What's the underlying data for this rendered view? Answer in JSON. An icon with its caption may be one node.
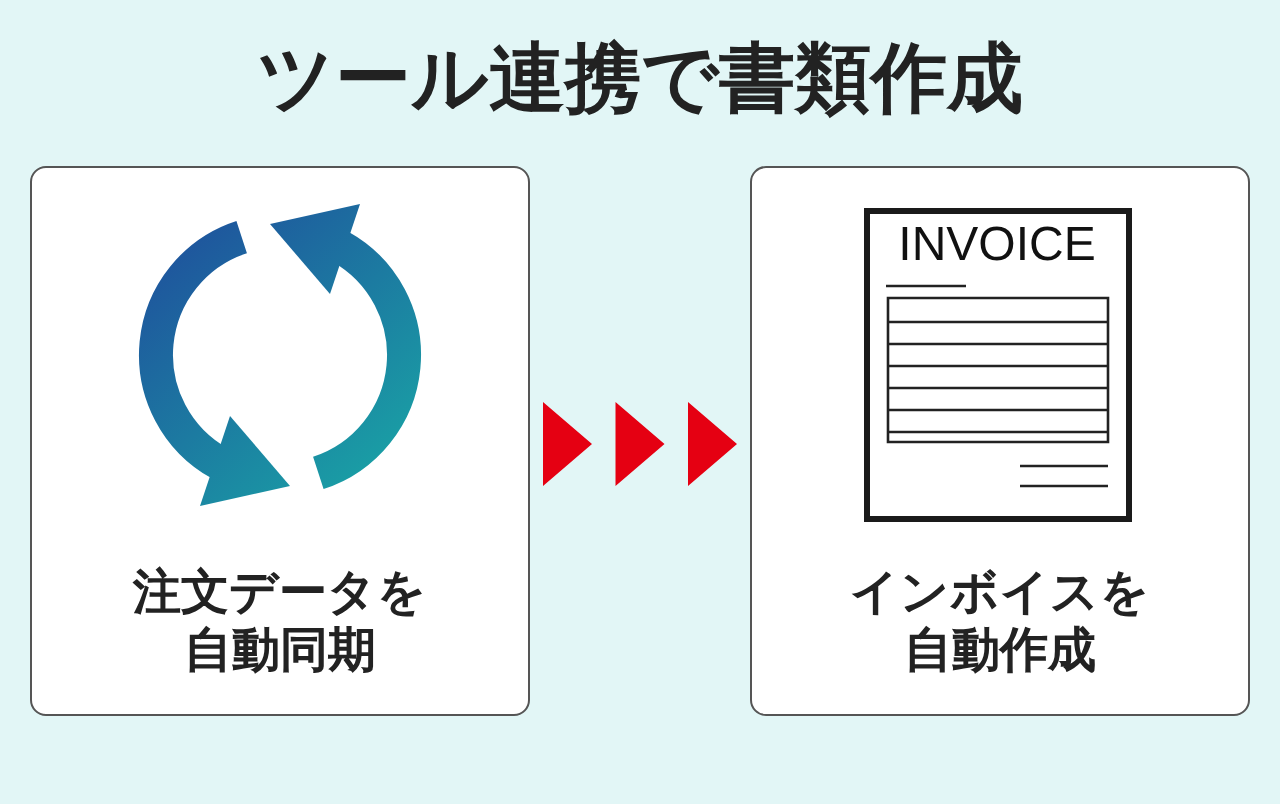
{
  "diagram": {
    "title": "ツール連携で書類作成",
    "nodes": [
      {
        "text": [
          "注文データを自動同期"
        ]
      },
      {
        "text": [
          "インボイスを自動作成"
        ]
      },
      {
        "text": [
          "INVOICE"
        ],
        "in": 1
      }
    ],
    "edges": [
      {
        "from": 0,
        "to": 1,
        "arrow": "to"
      }
    ]
  }
}
